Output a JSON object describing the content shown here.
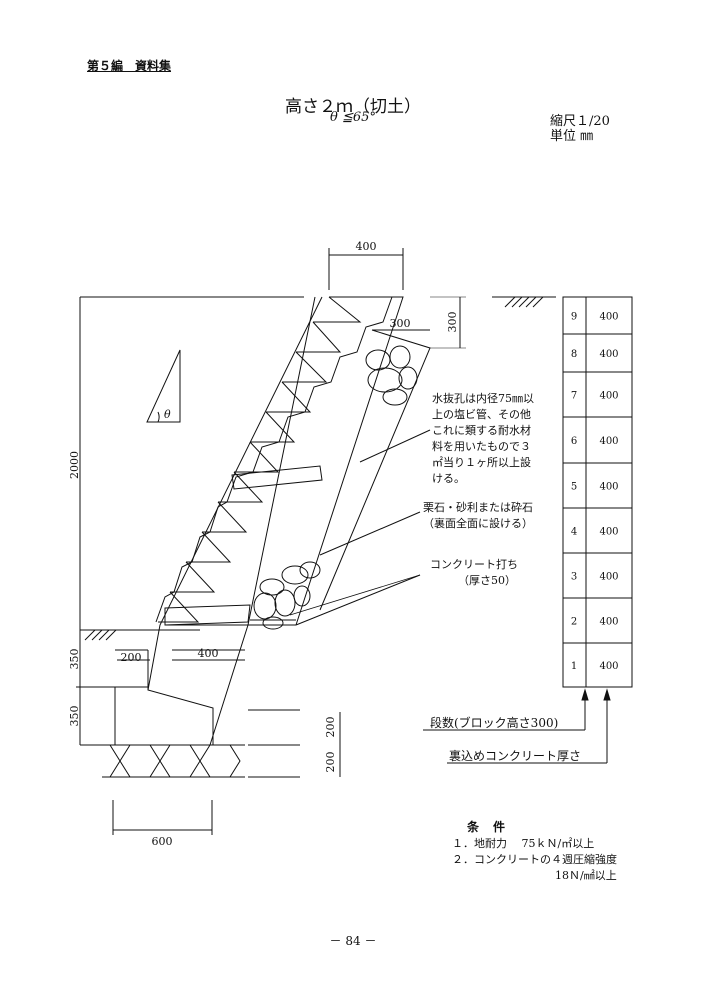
{
  "header": "第５編　資料集",
  "title": "高さ２ｍ（切土）",
  "subtitle": "θ ≦65°",
  "scale": {
    "ratio": "縮尺１/20",
    "unit": "単位 ㎜"
  },
  "theta_label": "θ",
  "dims": {
    "top_width": "400",
    "back_width": "300",
    "back_height": "300",
    "total_height": "2000",
    "embed_height": "350",
    "footing_height": "350",
    "toe_width": "200",
    "toe_block": "400",
    "footing_width": "600",
    "base_h1": "200",
    "base_h2": "200"
  },
  "notes": {
    "drain": [
      "水抜孔は内径75㎜以",
      "上の塩ビ管、その他",
      "これに類する耐水材",
      "料を用いたもので３",
      "㎡当り１ヶ所以上設",
      "ける。"
    ],
    "gravel": [
      "栗石・砂利または砕石",
      "（裏面全面に設ける）"
    ],
    "concrete": [
      "コンクリート打ち",
      "（厚さ50）"
    ]
  },
  "table": {
    "rows": [
      {
        "no": "9",
        "val": "400"
      },
      {
        "no": "8",
        "val": "400"
      },
      {
        "no": "7",
        "val": "400"
      },
      {
        "no": "6",
        "val": "400"
      },
      {
        "no": "5",
        "val": "400"
      },
      {
        "no": "4",
        "val": "400"
      },
      {
        "no": "3",
        "val": "400"
      },
      {
        "no": "2",
        "val": "400"
      },
      {
        "no": "1",
        "val": "400"
      }
    ],
    "legend_steps": "段数(ブロック高さ300)",
    "legend_backfill": "裏込めコンクリート厚さ"
  },
  "conditions": {
    "title": "条件",
    "items": [
      "１．地耐力　 75ｋＮ/㎡以上",
      "２．コンクリートの４週圧縮強度"
    ],
    "item2_value": "18Ｎ/㎟以上"
  },
  "page": "－ 84 －"
}
